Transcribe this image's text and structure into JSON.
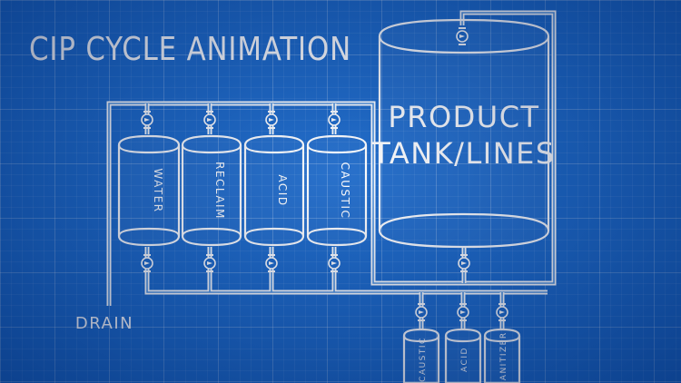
{
  "title": "CIP CYCLE ANIMATION",
  "product_tank": {
    "line1": "PRODUCT",
    "line2": "TANK/LINES"
  },
  "tanks": [
    {
      "label": "WATER"
    },
    {
      "label": "RECLAIM"
    },
    {
      "label": "ACID"
    },
    {
      "label": "CAUSTIC"
    }
  ],
  "small_tanks": [
    {
      "label": "CAUSTIC"
    },
    {
      "label": "ACID"
    },
    {
      "label": "SANITIZER"
    }
  ],
  "drain": {
    "label": "DRAIN"
  },
  "colors": {
    "background": "#1766c8",
    "lines": "#ffffff"
  }
}
